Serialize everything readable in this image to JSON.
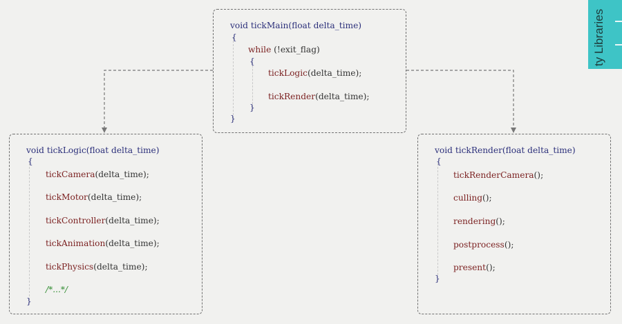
{
  "side_tab": {
    "text": "ty Libraries"
  },
  "main_box": {
    "signature_kw": "void",
    "signature_fn": "tickMain",
    "signature_args": "(float delta_time)",
    "open_brace": "{",
    "while_kw": "while",
    "while_cond": " (!exit_flag)",
    "inner_open": "{",
    "calls": [
      {
        "fn": "tickLogic",
        "args": "(delta_time)",
        "end": ";"
      },
      {
        "fn": "tickRender",
        "args": "(delta_time)",
        "end": ";"
      }
    ],
    "inner_close": "}",
    "close_brace": "}"
  },
  "logic_box": {
    "signature_kw": "void",
    "signature_fn": "tickLogic",
    "signature_args": "(float delta_time)",
    "open_brace": "{",
    "calls": [
      {
        "fn": "tickCamera",
        "args": "(delta_time)",
        "end": ";"
      },
      {
        "fn": "tickMotor",
        "args": "(delta_time)",
        "end": ";"
      },
      {
        "fn": "tickController",
        "args": "(delta_time)",
        "end": ";"
      },
      {
        "fn": "tickAnimation",
        "args": "(delta_time)",
        "end": ";"
      },
      {
        "fn": "tickPhysics",
        "args": "(delta_time)",
        "end": ";"
      }
    ],
    "comment": "/*...*/",
    "close_brace": "}"
  },
  "render_box": {
    "signature_kw": "void",
    "signature_fn": "tickRender",
    "signature_args": "(float delta_time)",
    "open_brace": "{",
    "calls": [
      {
        "fn": "tickRenderCamera",
        "args": "()",
        "end": ";"
      },
      {
        "fn": "culling",
        "args": "()",
        "end": ";"
      },
      {
        "fn": "rendering",
        "args": "()",
        "end": ";"
      },
      {
        "fn": "postprocess",
        "args": "()",
        "end": ";"
      },
      {
        "fn": "present",
        "args": "()",
        "end": ";"
      }
    ],
    "close_brace": "}"
  }
}
